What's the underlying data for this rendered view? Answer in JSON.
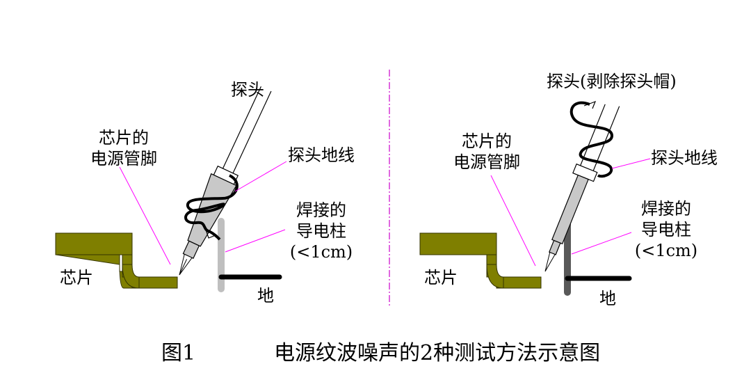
{
  "left": {
    "probe": "探头",
    "pin_l1": "芯片的",
    "pin_l2": "电源管脚",
    "ground_lead": "探头地线",
    "post_l1": "焊接的",
    "post_l2": "导电柱",
    "post_l3": "(<1cm)",
    "chip": "芯片",
    "ground": "地"
  },
  "right": {
    "probe": "探头(剥除探头帽)",
    "pin_l1": "芯片的",
    "pin_l2": "电源管脚",
    "ground_lead": "探头地线",
    "post_l1": "焊接的",
    "post_l2": "导电柱",
    "post_l3": "(<1cm)",
    "chip": "芯片",
    "ground": "地"
  },
  "caption": {
    "fig": "图1",
    "title": "电源纹波噪声的2种测试方法示意图"
  },
  "colors": {
    "chip": "#7f7f00",
    "magenta": "#ff00ff",
    "post_left": "#bfbfbf",
    "post_right": "#595959",
    "probe_body": "#c8c8c8"
  }
}
